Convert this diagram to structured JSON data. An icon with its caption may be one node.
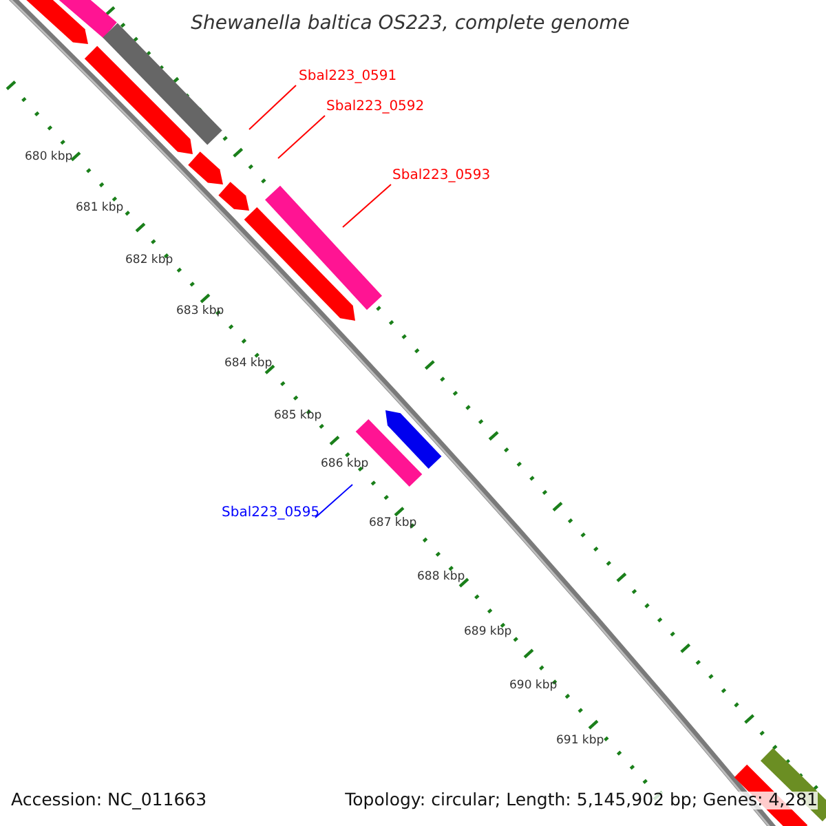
{
  "diagram": {
    "title": "Shewanella baltica OS223, complete genome",
    "nodes": [
      {
        "text": [
          "Sbal223_0591"
        ]
      },
      {
        "text": [
          "Sbal223_0592"
        ]
      },
      {
        "text": [
          "Sbal223_0593"
        ]
      },
      {
        "text": [
          "Sbal223_0595"
        ]
      }
    ],
    "edges": [
      {
        "from": 0,
        "to": null,
        "arrow": "none"
      },
      {
        "from": 1,
        "to": null,
        "arrow": "none"
      },
      {
        "from": 2,
        "to": null,
        "arrow": "none"
      },
      {
        "from": 3,
        "to": null,
        "arrow": "none",
        "color": "#0000ff"
      }
    ],
    "labels": [
      "680 kbp",
      "681 kbp",
      "682 kbp",
      "683 kbp",
      "684 kbp",
      "685 kbp",
      "686 kbp",
      "687 kbp",
      "688 kbp",
      "689 kbp",
      "690 kbp",
      "691 kbp",
      "Accession: NC_011663",
      "Topology: circular; Length: 5,145,902 bp; Genes: 4,281"
    ]
  }
}
